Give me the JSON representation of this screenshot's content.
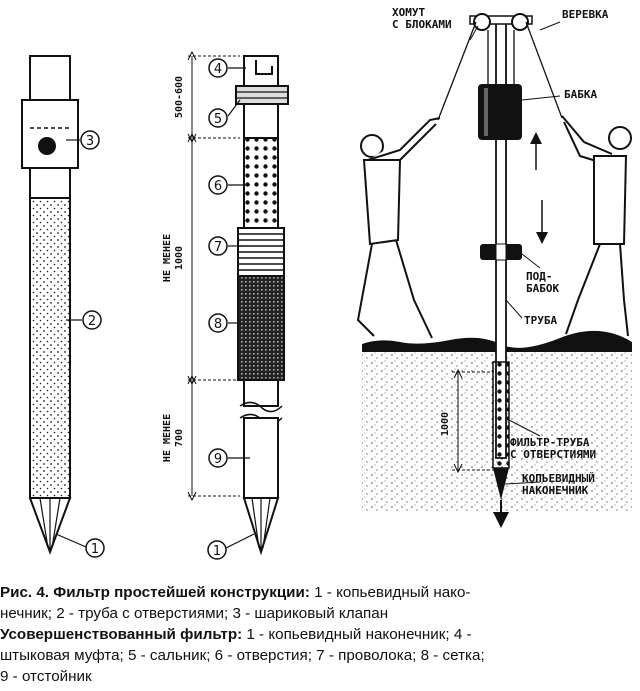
{
  "left_fig": {
    "callouts": [
      "3",
      "2",
      "1"
    ]
  },
  "mid_fig": {
    "callouts": [
      "4",
      "5",
      "6",
      "7",
      "8",
      "9",
      "1"
    ],
    "dims": [
      "500-600",
      "НЕ МЕНЕЕ 1000",
      "НЕ МЕНЕЕ 700"
    ]
  },
  "right_fig": {
    "labels": {
      "clamp": "ХОМУТ\nС БЛОКАМИ",
      "rope": "ВЕРЕВКА",
      "rammer": "БАБКА",
      "sub_rammer": "ПОД-\nБАБОК",
      "pipe": "ТРУБА",
      "filter_pipe": "ФИЛЬТР-ТРУБА\nС ОТВЕРСТИЯМИ",
      "tip": "КОПЬЕВИДНЫЙ\nНАКОНЕЧНИК"
    },
    "dim": "1000"
  },
  "caption": {
    "line1_bold": "Рис. 4. Фильтр простейшей конструкции:",
    "line1_rest": " 1 - копьевидный нако-",
    "line2": "нечник; 2 - труба с отверстиями; 3 - шариковый клапан",
    "line3_bold": "Усовершенствованный фильтр:",
    "line3_rest": " 1 - копьевидный наконечник; 4 -",
    "line4": "штыковая муфта; 5 - сальник; 6 - отверстия; 7 - проволока; 8 - сетка;",
    "line5": "9 - отстойник"
  }
}
